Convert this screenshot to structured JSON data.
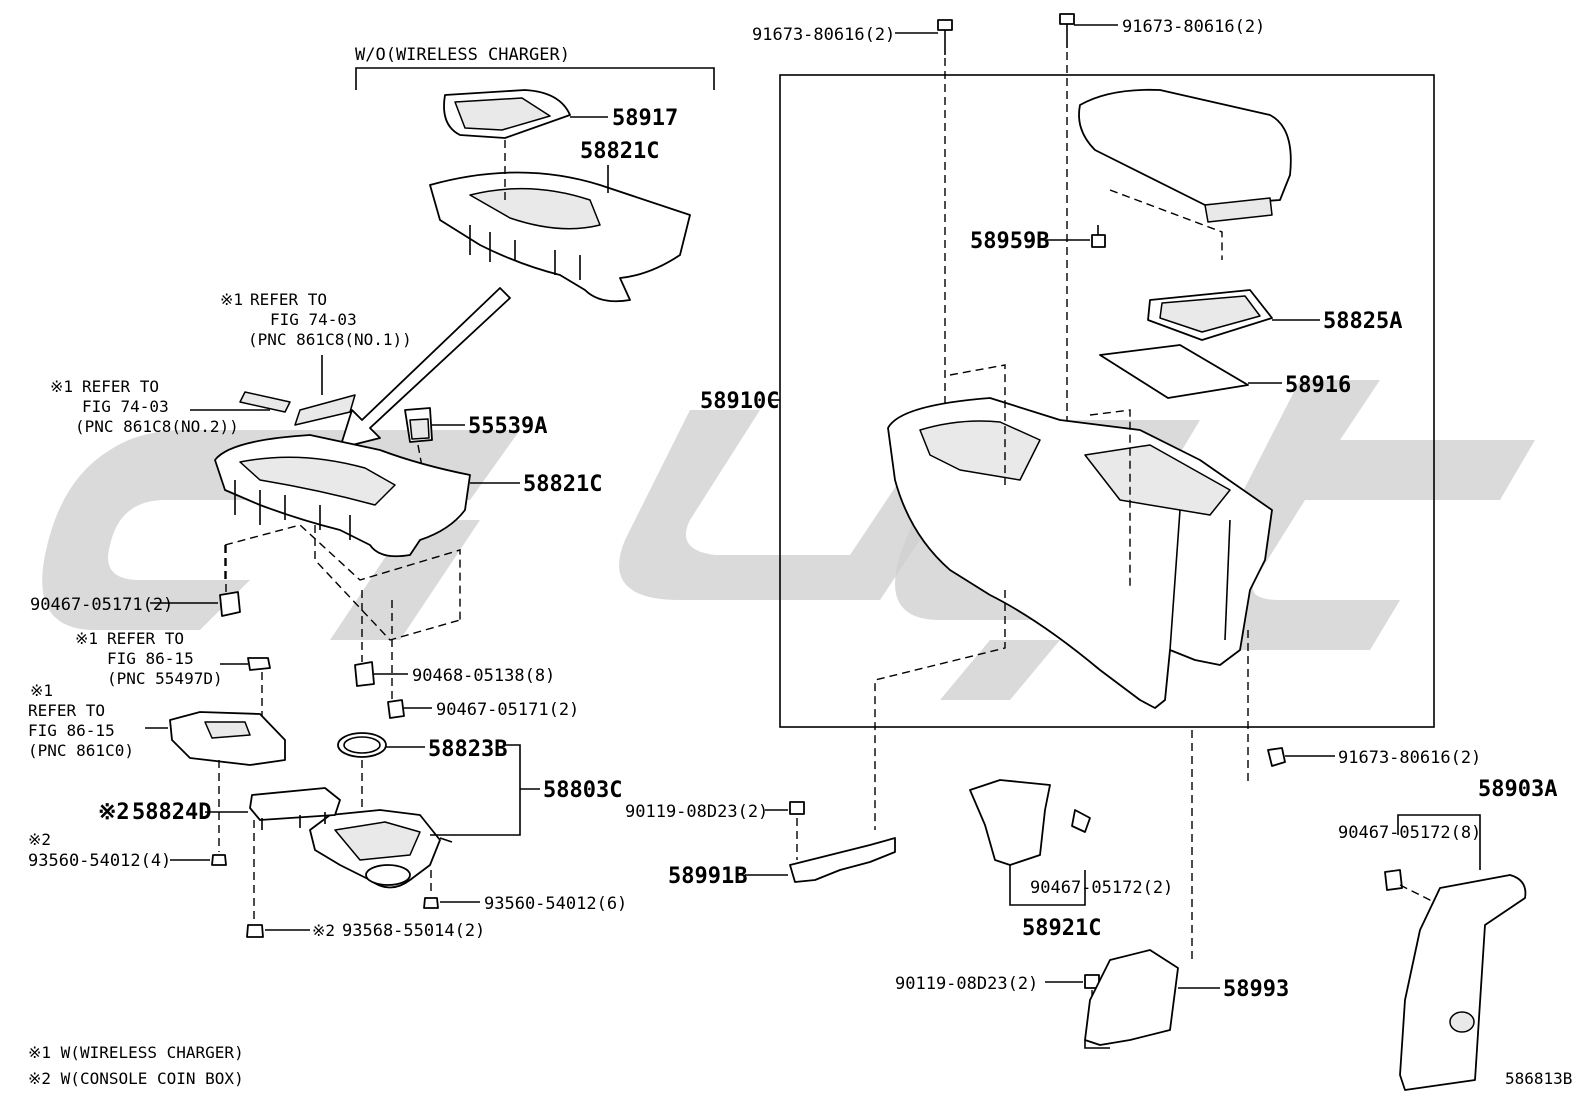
{
  "header": {
    "group_label": "W/O(WIRELESS CHARGER)"
  },
  "labels": {
    "p58917": "58917",
    "p58821C_top": "58821C",
    "p58821C_mid": "58821C",
    "p55539A": "55539A",
    "p58910C": "58910C",
    "p58959B": "58959B",
    "p58825A": "58825A",
    "p58916": "58916",
    "p91673_a": "91673-80616(2)",
    "p91673_b": "91673-80616(2)",
    "p91673_c": "91673-80616(2)",
    "p90467_05171_a": "90467-05171(2)",
    "p90467_05171_b": "90467-05171(2)",
    "p90468": "90468-05138(8)",
    "p58823B": "58823B",
    "p58803C": "58803C",
    "p58824D": "58824D",
    "p93560_a": "93560-54012(4)",
    "p93560_b": "93560-54012(6)",
    "p93568": "93568-55014(2)",
    "p90119_a": "90119-08D23(2)",
    "p90119_b": "90119-08D23(2)",
    "p58991B": "58991B",
    "p90467_05172_a": "90467-05172(2)",
    "p58921C": "58921C",
    "p58993": "58993",
    "p58903A": "58903A",
    "p90467_05172_b": "90467-05172(8)"
  },
  "marks": {
    "m1": "※1",
    "m2": "※2"
  },
  "notes": {
    "ref1_line1": "REFER TO",
    "ref1_line2": "FIG 74-03",
    "ref1_line3": "(PNC 861C8(NO.1))",
    "ref2_line1": "REFER TO",
    "ref2_line2": "FIG 74-03",
    "ref2_line3": "(PNC 861C8(NO.2))",
    "ref3_line1": "REFER TO",
    "ref3_line2": "FIG 86-15",
    "ref3_line3": "(PNC 55497D)",
    "ref4_line1": "REFER TO",
    "ref4_line2": "FIG 86-15",
    "ref4_line3": "(PNC 861C0)"
  },
  "footer": {
    "note1": "※1 W(WIRELESS CHARGER)",
    "note2": "※2 W(CONSOLE COIN BOX)",
    "diagram_id": "586813B"
  }
}
